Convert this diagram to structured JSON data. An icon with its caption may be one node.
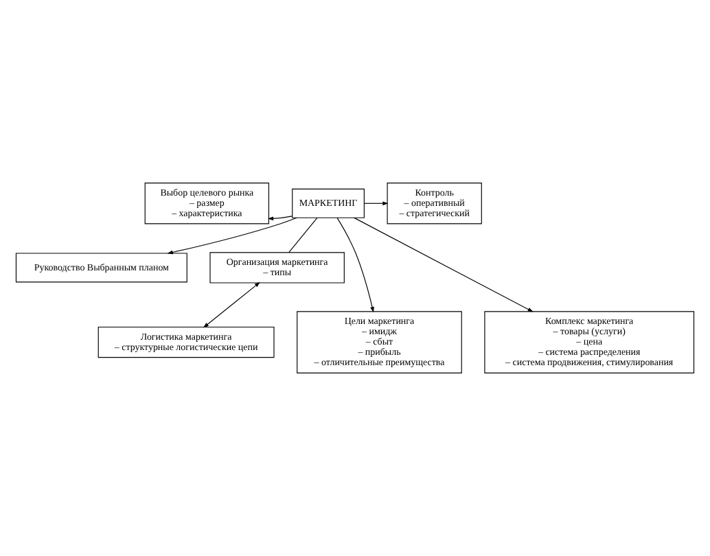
{
  "diagram": {
    "nodes": [
      {
        "text": [
          "МАРКЕТИНГ"
        ]
      },
      {
        "text": [
          "Выбор целевого рынка",
          "– размер",
          "– характеристика"
        ]
      },
      {
        "text": [
          "Контроль",
          "– оперативный",
          "– стратегический"
        ]
      },
      {
        "text": [
          "Руководство Выбранным планом"
        ]
      },
      {
        "text": [
          "Организация маркетинга",
          "– типы"
        ]
      },
      {
        "text": [
          "Цели маркетинга",
          "– имидж",
          "– сбыт",
          "– прибыль",
          "– отличительные преимущества"
        ]
      },
      {
        "text": [
          "Логистика маркетинга",
          "– структурные логистические цепи"
        ]
      },
      {
        "text": [
          "Комплекс маркетинга",
          "– товары (услуги)",
          "– цена",
          "– система распределения",
          "– система продвижения, стимулирования"
        ]
      }
    ],
    "edges": [
      {
        "from": 0,
        "to": 1,
        "arrow": "to"
      },
      {
        "from": 0,
        "to": 2,
        "arrow": "to"
      },
      {
        "from": 0,
        "to": 3,
        "arrow": "to"
      },
      {
        "from": 0,
        "to": 4,
        "arrow": "none"
      },
      {
        "from": 0,
        "to": 5,
        "arrow": "to"
      },
      {
        "from": 4,
        "to": 6,
        "arrow": "both"
      },
      {
        "from": 0,
        "to": 7,
        "arrow": "to"
      }
    ]
  }
}
